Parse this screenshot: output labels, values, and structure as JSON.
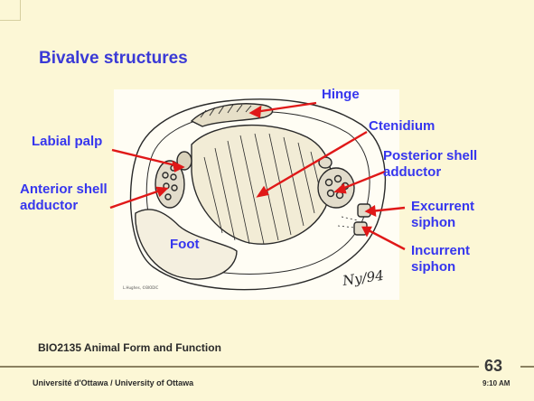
{
  "slide": {
    "title": "Bivalve structures",
    "course": "BIO2135 Animal Form and Function",
    "page_number": "63",
    "university": "Université d'Ottawa / University of Ottawa",
    "time": "9:10 AM"
  },
  "diagram": {
    "labels": {
      "hinge": "Hinge",
      "ctenidium": "Ctenidium",
      "labial_palp": "Labial palp",
      "posterior_line1": "Posterior shell",
      "posterior_line2": "adductor",
      "anterior_line1": "Anterior shell",
      "anterior_line2": "adductor",
      "excurrent_line1": "Excurrent",
      "excurrent_line2": "siphon",
      "incurrent_line1": "Incurrent",
      "incurrent_line2": "siphon",
      "foot": "Foot"
    },
    "signature": "Ny/94",
    "arrow_color": "#e01818",
    "label_color": "#3636ee"
  }
}
